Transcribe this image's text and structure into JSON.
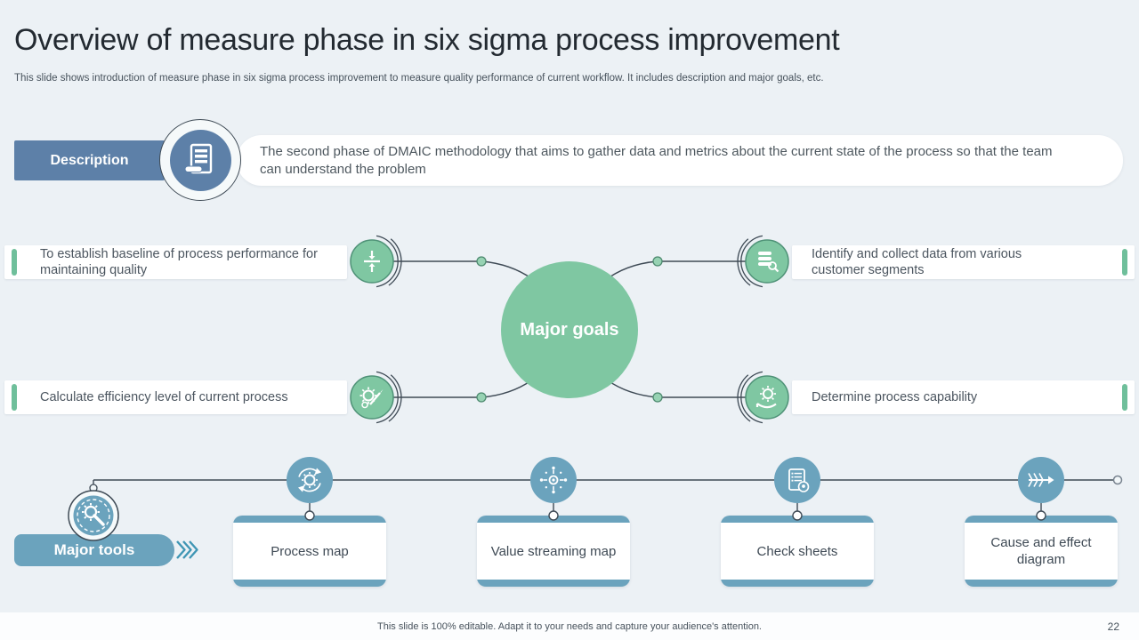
{
  "slide": {
    "title": "Overview of measure phase in six sigma process improvement",
    "subtitle": "This slide shows introduction of measure phase in six sigma process improvement to measure quality performance of current workflow. It includes description and major goals, etc.",
    "footer_note": "This slide is 100% editable. Adapt it to your needs and capture your audience's attention.",
    "page_number": "22"
  },
  "description": {
    "label": "Description",
    "icon": "document-lines-icon",
    "text": "The second phase of DMAIC methodology that aims to gather data and metrics about the current state of the process so that the team can understand the problem"
  },
  "major_goals": {
    "center_label": "Major goals",
    "goals": [
      {
        "position": "top-left",
        "icon": "baseline-arrows-icon",
        "text": "To establish baseline of process performance for maintaining quality"
      },
      {
        "position": "top-right",
        "icon": "data-collection-icon",
        "text": "Identify and collect data from various customer segments"
      },
      {
        "position": "bottom-left",
        "icon": "gear-pencil-icon",
        "text": "Calculate efficiency level of current process"
      },
      {
        "position": "bottom-right",
        "icon": "hand-gear-icon",
        "text": "Determine process capability"
      }
    ]
  },
  "major_tools": {
    "label": "Major tools",
    "badge_icon": "gear-magnifier-icon",
    "chevrons_icon": "double-chevron-right-icon",
    "tools": [
      {
        "label": "Process map",
        "icon": "gear-cycle-icon"
      },
      {
        "label": "Value streaming map",
        "icon": "hub-spokes-icon"
      },
      {
        "label": "Check sheets",
        "icon": "checklist-document-icon"
      },
      {
        "label": "Cause and effect diagram",
        "icon": "fishbone-icon"
      }
    ]
  },
  "colors": {
    "background": "#ecf1f5",
    "steel_blue": "#5d80a8",
    "tool_blue": "#6ba3bd",
    "green": "#7fc7a2",
    "connector_dark": "#3e4a55",
    "chevron_blue": "#3f96b4",
    "title_text": "#232a31",
    "body_text": "#4b555f",
    "white": "#ffffff"
  }
}
